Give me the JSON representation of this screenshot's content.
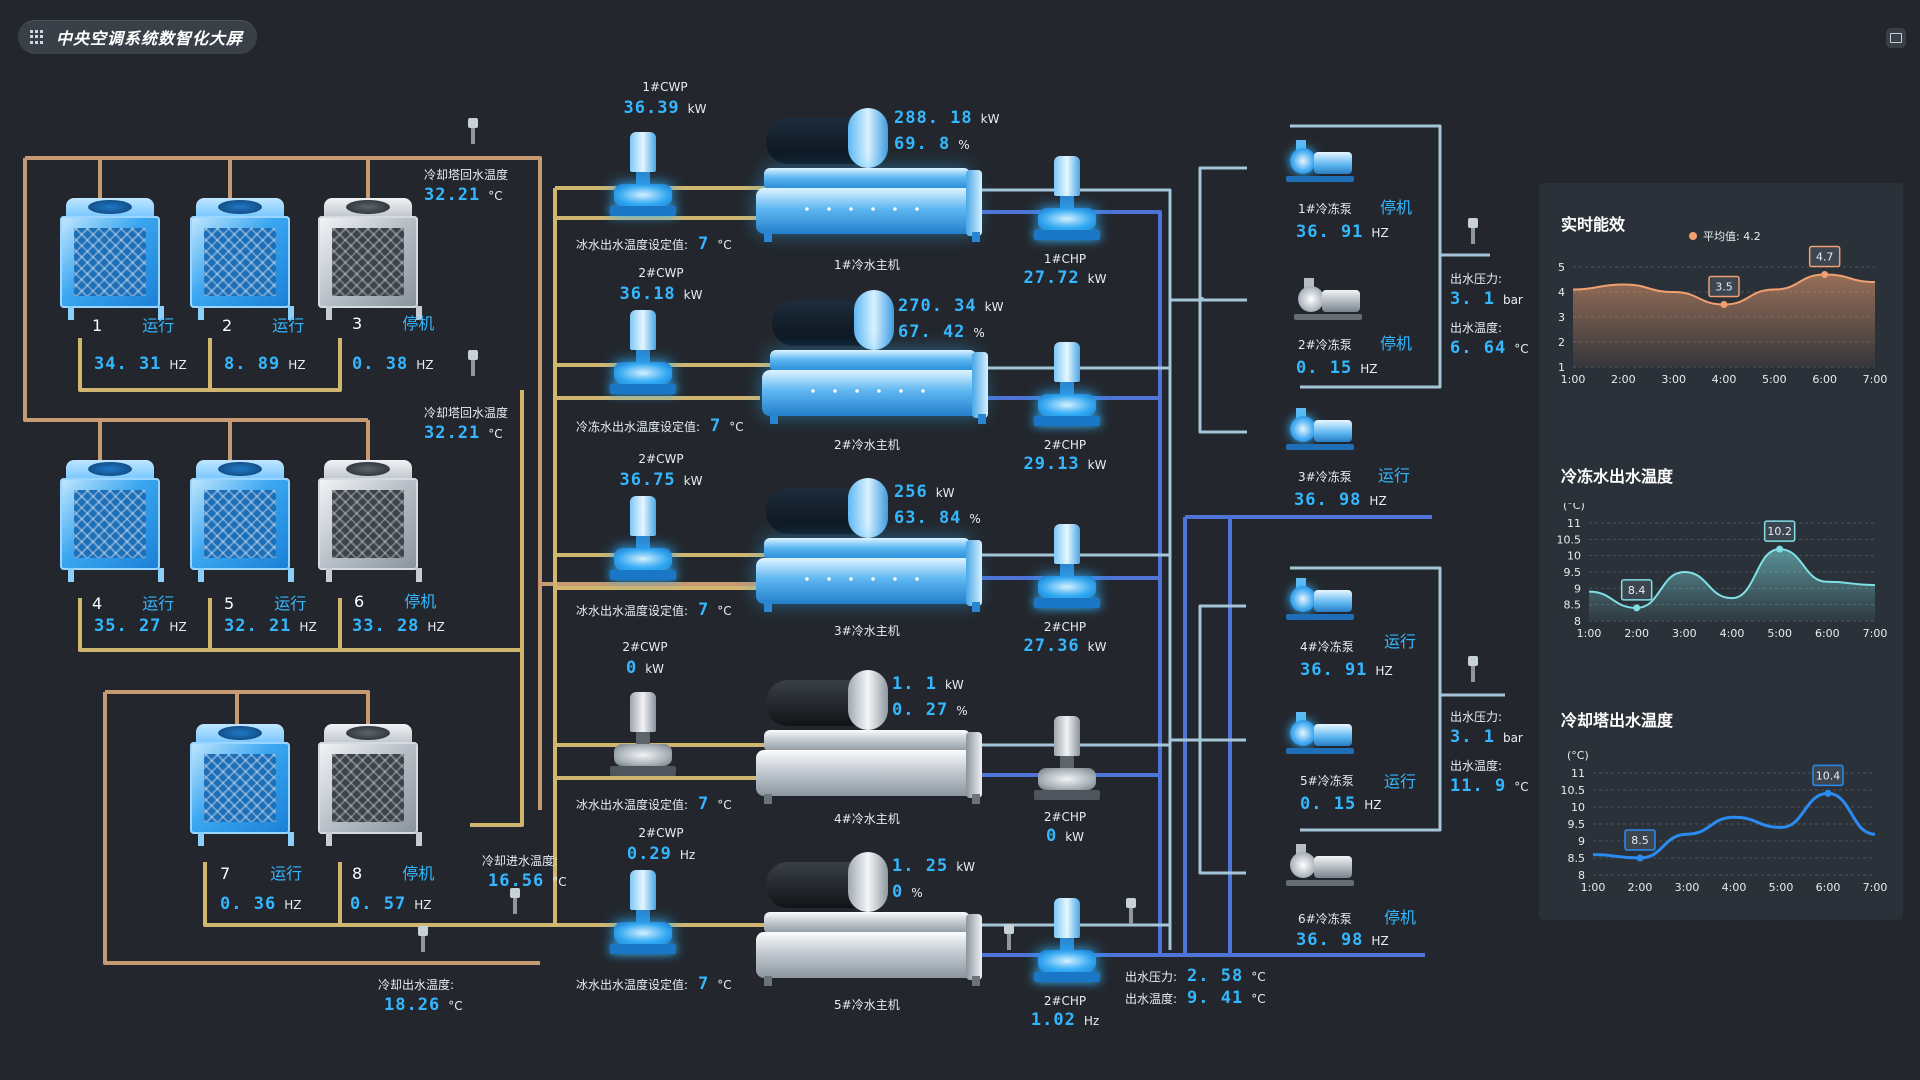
{
  "header": {
    "title": "中央空调系统数智化大屏"
  },
  "towers": [
    {
      "id": "1",
      "status": "运行",
      "on": true,
      "freq": "34. 31",
      "unit": "HZ"
    },
    {
      "id": "2",
      "status": "运行",
      "on": true,
      "freq": "8. 89",
      "unit": "HZ"
    },
    {
      "id": "3",
      "status": "停机",
      "on": false,
      "freq": "0. 38",
      "unit": "HZ"
    },
    {
      "id": "4",
      "status": "运行",
      "on": true,
      "freq": "35. 27",
      "unit": "HZ"
    },
    {
      "id": "5",
      "status": "运行",
      "on": true,
      "freq": "32. 21",
      "unit": "HZ"
    },
    {
      "id": "6",
      "status": "停机",
      "on": false,
      "freq": "33. 28",
      "unit": "HZ"
    },
    {
      "id": "7",
      "status": "运行",
      "on": true,
      "freq": "0. 36",
      "unit": "HZ"
    },
    {
      "id": "8",
      "status": "停机",
      "on": false,
      "freq": "0. 57",
      "unit": "HZ"
    }
  ],
  "tower_return_1": {
    "label": "冷却塔回水温度",
    "value": "32.21",
    "unit": "°C"
  },
  "tower_return_2": {
    "label": "冷却塔回水温度",
    "value": "32.21",
    "unit": "°C"
  },
  "cooling_inlet": {
    "label": "冷却进水温度:",
    "value": "16.56",
    "unit": "°C"
  },
  "cooling_outlet": {
    "label": "冷却出水温度:",
    "value": "18.26",
    "unit": "°C"
  },
  "cwp": [
    {
      "name": "1#CWP",
      "value": "36.39",
      "unit": "kW",
      "on": true
    },
    {
      "name": "2#CWP",
      "value": "36.18",
      "unit": "kW",
      "on": true
    },
    {
      "name": "2#CWP",
      "value": "36.75",
      "unit": "kW",
      "on": true
    },
    {
      "name": "2#CWP",
      "value": "0",
      "unit": "kW",
      "on": false
    },
    {
      "name": "2#CWP",
      "value": "0.29",
      "unit": "Hz",
      "on": true
    }
  ],
  "setpoints": [
    {
      "label": "冰水出水温度设定值:",
      "value": "7",
      "unit": "°C"
    },
    {
      "label": "冷冻水出水温度设定值:",
      "value": "7",
      "unit": "°C"
    },
    {
      "label": "冰水出水温度设定值:",
      "value": "7",
      "unit": "°C"
    },
    {
      "label": "冰水出水温度设定值:",
      "value": "7",
      "unit": "°C"
    },
    {
      "label": "冰水出水温度设定值:",
      "value": "7",
      "unit": "°C"
    }
  ],
  "chillers": [
    {
      "name": "1#冷水主机",
      "power": "288. 18",
      "power_unit": "kW",
      "load": "69. 8",
      "load_unit": "%",
      "on": true
    },
    {
      "name": "2#冷水主机",
      "power": "270. 34",
      "power_unit": "kW",
      "load": "67. 42",
      "load_unit": "%",
      "on": true
    },
    {
      "name": "3#冷水主机",
      "power": "256",
      "power_unit": "kW",
      "load": "63. 84",
      "load_unit": "%",
      "on": true
    },
    {
      "name": "4#冷水主机",
      "power": "1. 1",
      "power_unit": "kW",
      "load": "0. 27",
      "load_unit": "%",
      "on": false
    },
    {
      "name": "5#冷水主机",
      "power": "1. 25",
      "power_unit": "kW",
      "load": "0",
      "load_unit": "%",
      "on": false
    }
  ],
  "chp": [
    {
      "name": "1#CHP",
      "value": "27.72",
      "unit": "kW",
      "on": true
    },
    {
      "name": "2#CHP",
      "value": "29.13",
      "unit": "kW",
      "on": true
    },
    {
      "name": "2#CHP",
      "value": "27.36",
      "unit": "kW",
      "on": true
    },
    {
      "name": "2#CHP",
      "value": "0",
      "unit": "kW",
      "on": false
    },
    {
      "name": "2#CHP",
      "value": "1.02",
      "unit": "Hz",
      "on": true
    }
  ],
  "bottom_out": {
    "pressure_label": "出水压力:",
    "pressure": "2. 58",
    "pressure_unit": "°C",
    "temp_label": "出水温度:",
    "temp": "9. 41",
    "temp_unit": "°C"
  },
  "chw_pumps": [
    {
      "name": "1#冷冻泵",
      "status": "停机",
      "freq": "36. 91",
      "unit": "HZ",
      "on": true
    },
    {
      "name": "2#冷冻泵",
      "status": "停机",
      "freq": "0. 15",
      "unit": "HZ",
      "on": false
    },
    {
      "name": "3#冷冻泵",
      "status": "运行",
      "freq": "36. 98",
      "unit": "HZ",
      "on": true
    },
    {
      "name": "4#冷冻泵",
      "status": "运行",
      "freq": "36. 91",
      "unit": "HZ",
      "on": true
    },
    {
      "name": "5#冷冻泵",
      "status": "运行",
      "freq": "0. 15",
      "unit": "HZ",
      "on": true
    },
    {
      "name": "6#冷冻泵",
      "status": "停机",
      "freq": "36. 98",
      "unit": "HZ",
      "on": false
    }
  ],
  "out_1": {
    "pressure_label": "出水压力:",
    "pressure": "3. 1",
    "pressure_unit": "bar",
    "temp_label": "出水温度:",
    "temp": "6. 64",
    "temp_unit": "°C"
  },
  "out_2": {
    "pressure_label": "出水压力:",
    "pressure": "3. 1",
    "pressure_unit": "bar",
    "temp_label": "出水温度:",
    "temp": "11. 9",
    "temp_unit": "°C"
  },
  "panel": {
    "energy_title": "实时能效",
    "legend_label": "平均值: 4.2",
    "chw_title": "冷冻水出水温度",
    "ct_title": "冷却塔出水温度",
    "unit_label": "(°C)"
  },
  "chart_data": [
    {
      "type": "area",
      "title": "实时能效",
      "x": [
        "1:00",
        "2:00",
        "3:00",
        "4:00",
        "5:00",
        "6:00",
        "7:00"
      ],
      "series": [
        {
          "name": "平均值: 4.2",
          "values": [
            4.1,
            4.3,
            4.0,
            3.5,
            4.1,
            4.7,
            4.4
          ]
        }
      ],
      "yticks": [
        1,
        2,
        3,
        4,
        5
      ],
      "ylim": [
        1,
        5
      ],
      "annotations": [
        {
          "x": "4:00",
          "label": "3.5"
        },
        {
          "x": "6:00",
          "label": "4.7"
        }
      ],
      "color": "#f0a070"
    },
    {
      "type": "area",
      "title": "冷冻水出水温度",
      "ylabel": "(°C)",
      "x": [
        "1:00",
        "2:00",
        "3:00",
        "4:00",
        "5:00",
        "6:00",
        "7:00"
      ],
      "series": [
        {
          "values": [
            8.9,
            8.4,
            9.5,
            8.7,
            10.2,
            9.2,
            9.1
          ]
        }
      ],
      "yticks": [
        8,
        8.5,
        9,
        9.5,
        10,
        10.5,
        11
      ],
      "ylim": [
        8,
        11
      ],
      "annotations": [
        {
          "x": "2:00",
          "label": "8.4"
        },
        {
          "x": "5:00",
          "label": "10.2"
        }
      ],
      "color": "#7fe0e6"
    },
    {
      "type": "line",
      "title": "冷却塔出水温度",
      "ylabel": "(°C)",
      "x": [
        "1:00",
        "2:00",
        "3:00",
        "4:00",
        "5:00",
        "6:00",
        "7:00"
      ],
      "series": [
        {
          "values": [
            8.6,
            8.5,
            9.2,
            9.7,
            9.4,
            10.4,
            9.2
          ]
        }
      ],
      "yticks": [
        8,
        8.5,
        9,
        9.5,
        10,
        10.5,
        11
      ],
      "ylim": [
        8,
        11
      ],
      "annotations": [
        {
          "x": "2:00",
          "label": "8.5"
        },
        {
          "x": "6:00",
          "label": "10.4"
        }
      ],
      "color": "#2a8bf2"
    }
  ]
}
